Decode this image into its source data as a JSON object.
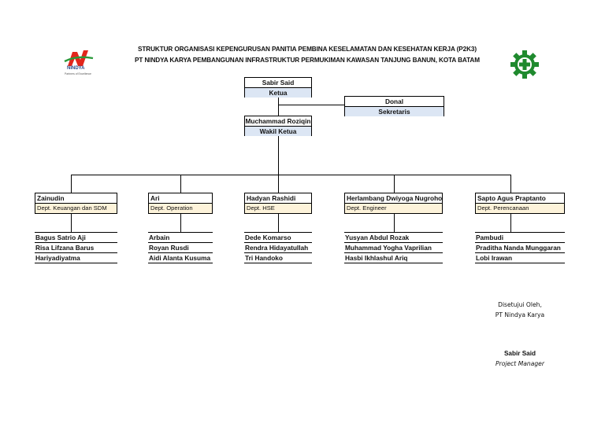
{
  "header": {
    "line1": "STRUKTUR ORGANISASI KEPENGURUSAN PANITIA PEMBINA KESELAMATAN DAN KESEHATAN KERJA (P2K3)",
    "line2": "PT NINDYA KARYA PEMBANGUNAN INFRASTRUKTUR PERMUKIMAN KAWASAN TANJUNG BANUN, KOTA BATAM",
    "logo_text": "NINDYA",
    "logo_tagline": "Partners of Excellence"
  },
  "ketua": {
    "name": "Sabir Said",
    "role": "Ketua"
  },
  "sekretaris": {
    "name": "Donal",
    "role": "Sekretaris"
  },
  "wakil": {
    "name": "Muchammad Roziqin",
    "role": "Wakil Ketua"
  },
  "departments": [
    {
      "name": "Zainudin",
      "dept": "Dept. Keuangan dan SDM",
      "members": [
        "Bagus Satrio Aji",
        "Risa Lifzana Barus",
        "Hariyadiyatma"
      ]
    },
    {
      "name": "Ari",
      "dept": "Dept. Operation",
      "members": [
        "Arbain",
        "Royan Rusdi",
        "Aidi Alanta Kusuma"
      ]
    },
    {
      "name": "Hadyan Rashidi",
      "dept": "Dept. HSE",
      "members": [
        "Dede Komarso",
        "Rendra Hidayatullah",
        "Tri Handoko"
      ]
    },
    {
      "name": "Herlambang Dwiyoga Nugroho",
      "dept": "Dept. Engineer",
      "members": [
        "Yusyan Abdul Rozak",
        "Muhammad Yogha Vaprilian",
        "Hasbi Ikhlashul Ariq"
      ]
    },
    {
      "name": "Sapto Agus Praptanto",
      "dept": "Dept. Perencanaan",
      "members": [
        "Pambudi",
        "Praditha Nanda Munggaran",
        "Lobi Irawan"
      ]
    }
  ],
  "approval": {
    "label": "Disetujui Oleh,",
    "company": "PT Nindya Karya",
    "name": "Sabir Said",
    "title": "Project Manager"
  },
  "colors": {
    "role_fill": "#dce6f4",
    "dept_fill": "#fdf3da",
    "logo_red": "#e2261c",
    "logo_green": "#2a9a3a",
    "k3_green": "#1f8a2e"
  }
}
